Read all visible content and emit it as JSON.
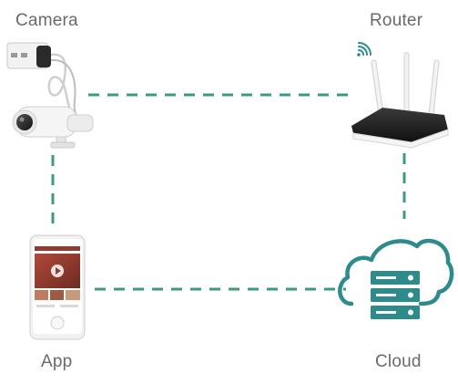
{
  "nodes": {
    "camera": {
      "label": "Camera"
    },
    "router": {
      "label": "Router"
    },
    "app": {
      "label": "App"
    },
    "cloud": {
      "label": "Cloud"
    }
  },
  "colors": {
    "connector": "#3a9b82",
    "accent": "#2e8b8c",
    "label": "#6a6a6a"
  },
  "icons": {
    "camera": "security-camera-icon",
    "router": "wifi-router-icon",
    "app": "smartphone-app-icon",
    "cloud": "cloud-server-icon",
    "wifi": "wifi-signal-icon"
  }
}
